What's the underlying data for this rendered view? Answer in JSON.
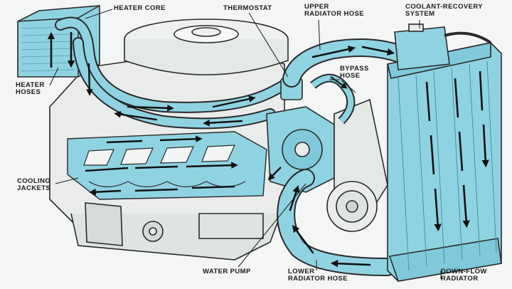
{
  "labels": {
    "heater_core": "HEATER CORE",
    "thermostat": "THERMOSTAT",
    "upper_radiator_hose": "UPPER\nRADIATOR HOSE",
    "coolant_recovery_system": "COOLANT-RECOVERY\nSYSTEM",
    "heater_hoses": "HEATER\nHOSES",
    "bypass_hose": "BYPASS\nHOSE",
    "cooling_jackets": "COOLING\nJACKETS",
    "water_pump": "WATER PUMP",
    "lower_radiator_hose": "LOWER\nRADIATOR HOSE",
    "down_flow_radiator": "DOWN-FLOW\nRADIATOR"
  },
  "colors": {
    "coolant": "#8fd3e2",
    "coolant_dark": "#5fb8cc",
    "engine_line": "#2a2a2a",
    "engine_fill": "#e9ecea",
    "arrow": "#111111"
  }
}
